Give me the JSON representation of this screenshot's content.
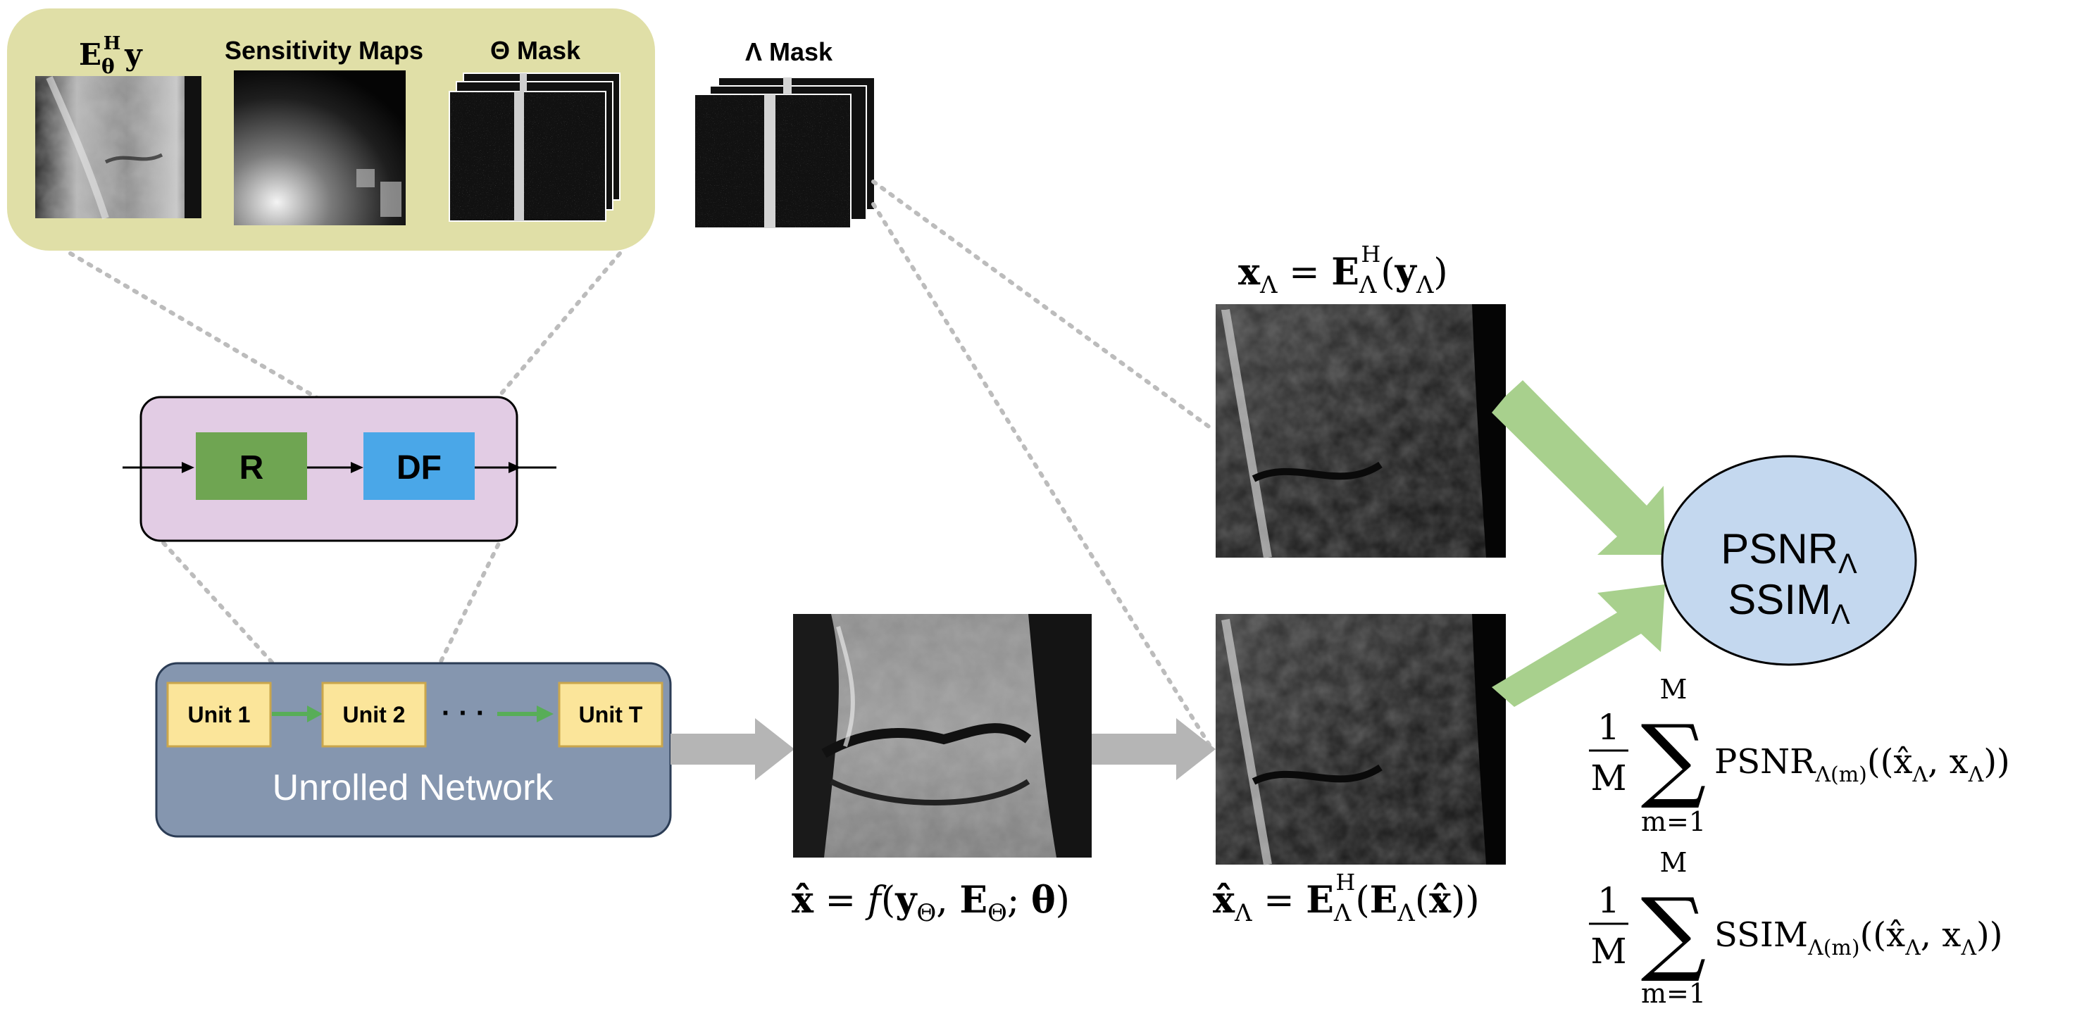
{
  "inputs_panel": {
    "labels": {
      "adjoint_E": "E",
      "adjoint_sub": "θ",
      "adjoint_sup": "H",
      "adjoint_y": "y",
      "sensitivity": "Sensitivity Maps",
      "theta_mask": "Θ Mask"
    }
  },
  "lambda_mask": {
    "label": "Λ Mask"
  },
  "unit_block": {
    "r_label": "R",
    "df_label": "DF"
  },
  "network": {
    "title": "Unrolled Network",
    "units": [
      "Unit 1",
      "Unit 2",
      "Unit T"
    ],
    "ellipsis": "· · ·"
  },
  "equations": {
    "x_lambda": {
      "lhs": "x",
      "lhs_sub": "Λ",
      "eq": " = ",
      "E": "E",
      "E_sub": "Λ",
      "E_sup": "H",
      "arg_open": "(",
      "y": "y",
      "y_sub": "Λ",
      "arg_close": ")"
    },
    "x_hat": {
      "lhs": "x̂",
      "eq": " = ",
      "f": "f",
      "open": "(",
      "y": "y",
      "y_sub": "Θ",
      "comma": ", ",
      "E": "E",
      "E_sub": "Θ",
      "semi": "; ",
      "theta": "θ",
      "close": ")"
    },
    "x_hat_lambda": {
      "lhs": "x̂",
      "lhs_sub": "Λ",
      "eq": " = ",
      "E": "E",
      "E_sub": "Λ",
      "E_sup": "H",
      "open": "(",
      "E2": "E",
      "E2_sub": "Λ",
      "open2": "(",
      "xh": "x̂",
      "close": "))"
    }
  },
  "metrics": {
    "psnr": "PSNR",
    "psnr_sub": "Λ",
    "ssim": "SSIM",
    "ssim_sub": "Λ"
  },
  "sums": {
    "frac_num": "1",
    "frac_den": "M",
    "upper": "M",
    "lower": "m=1",
    "sigma": "∑",
    "psnr_term": "PSNR",
    "ssim_term": "SSIM",
    "term_sub": "Λ(m)",
    "args": "((x̂",
    "args_sub": "Λ",
    "args_mid": ", x",
    "args_sub2": "Λ",
    "args_close": "))"
  },
  "colors": {
    "inputs_panel_bg": "#e0dfa7",
    "unit_block_bg": "#e2cce4",
    "r_block": "#6fa552",
    "df_block": "#4aa7e8",
    "network_bg": "#8596af",
    "unit_box": "#fbe59a",
    "green_arrow": "#58ad58",
    "metric_circle": "#c4d8ef",
    "thick_green": "#a8d08d",
    "gray_arrow": "#b5b5b5"
  }
}
